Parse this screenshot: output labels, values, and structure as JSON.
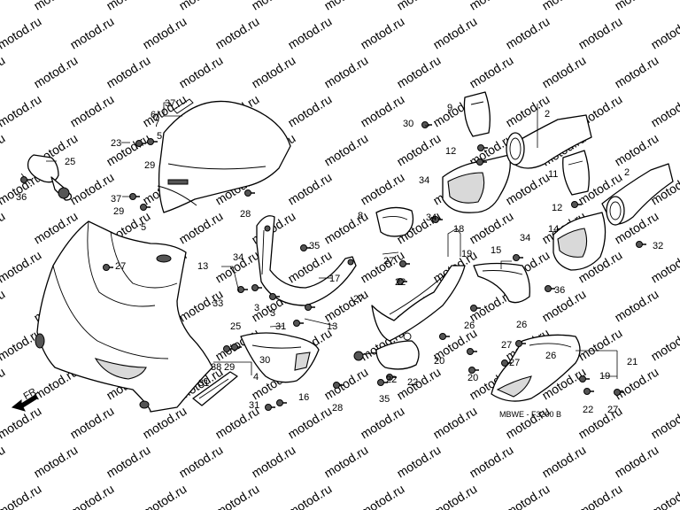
{
  "watermark": "motod.ru",
  "direction_label": "FR.",
  "diagram_code": "MBWE - F3200 B",
  "callouts": [
    "2",
    "3",
    "4",
    "5",
    "6",
    "7",
    "8",
    "9",
    "11",
    "12",
    "13",
    "14",
    "15",
    "16",
    "17",
    "18",
    "19",
    "20",
    "21",
    "22",
    "23",
    "24",
    "25",
    "26",
    "27",
    "28",
    "29",
    "30",
    "31",
    "32",
    "33",
    "34",
    "35",
    "36",
    "37",
    "38",
    "39"
  ]
}
